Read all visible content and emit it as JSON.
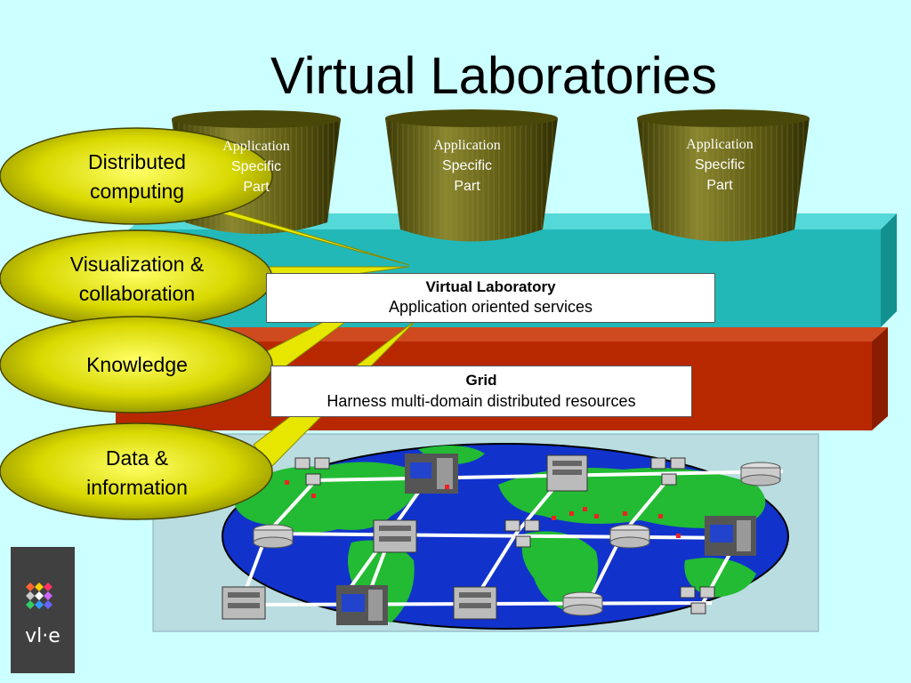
{
  "title": "Virtual Laboratories",
  "cylinders": [
    {
      "line1": "Application",
      "line2": "Specific",
      "line3": "Part"
    },
    {
      "line1": "Application",
      "line2": "Specific",
      "line3": "Part"
    },
    {
      "line1": "Application",
      "line2": "Specific",
      "line3": "Part"
    }
  ],
  "layers": {
    "virtual_lab": {
      "title": "Virtual Laboratory",
      "subtitle": "Application oriented services"
    },
    "grid": {
      "title": "Grid",
      "subtitle": "Harness multi-domain distributed resources"
    }
  },
  "ovals": [
    {
      "line1": "Distributed",
      "line2": "computing"
    },
    {
      "line1": "Visualization &",
      "line2": "collaboration"
    },
    {
      "line1": "Knowledge",
      "line2": ""
    },
    {
      "line1": "Data &",
      "line2": "information"
    }
  ],
  "logo": {
    "text": "vl·e"
  },
  "colors": {
    "background": "#ccffff",
    "cyan_layer": "#22b8b8",
    "red_layer": "#b82800",
    "oval_fill": "#e0e000",
    "cylinder": "#6e6a14",
    "globe_ocean": "#1133cc",
    "globe_land": "#22bb33"
  }
}
